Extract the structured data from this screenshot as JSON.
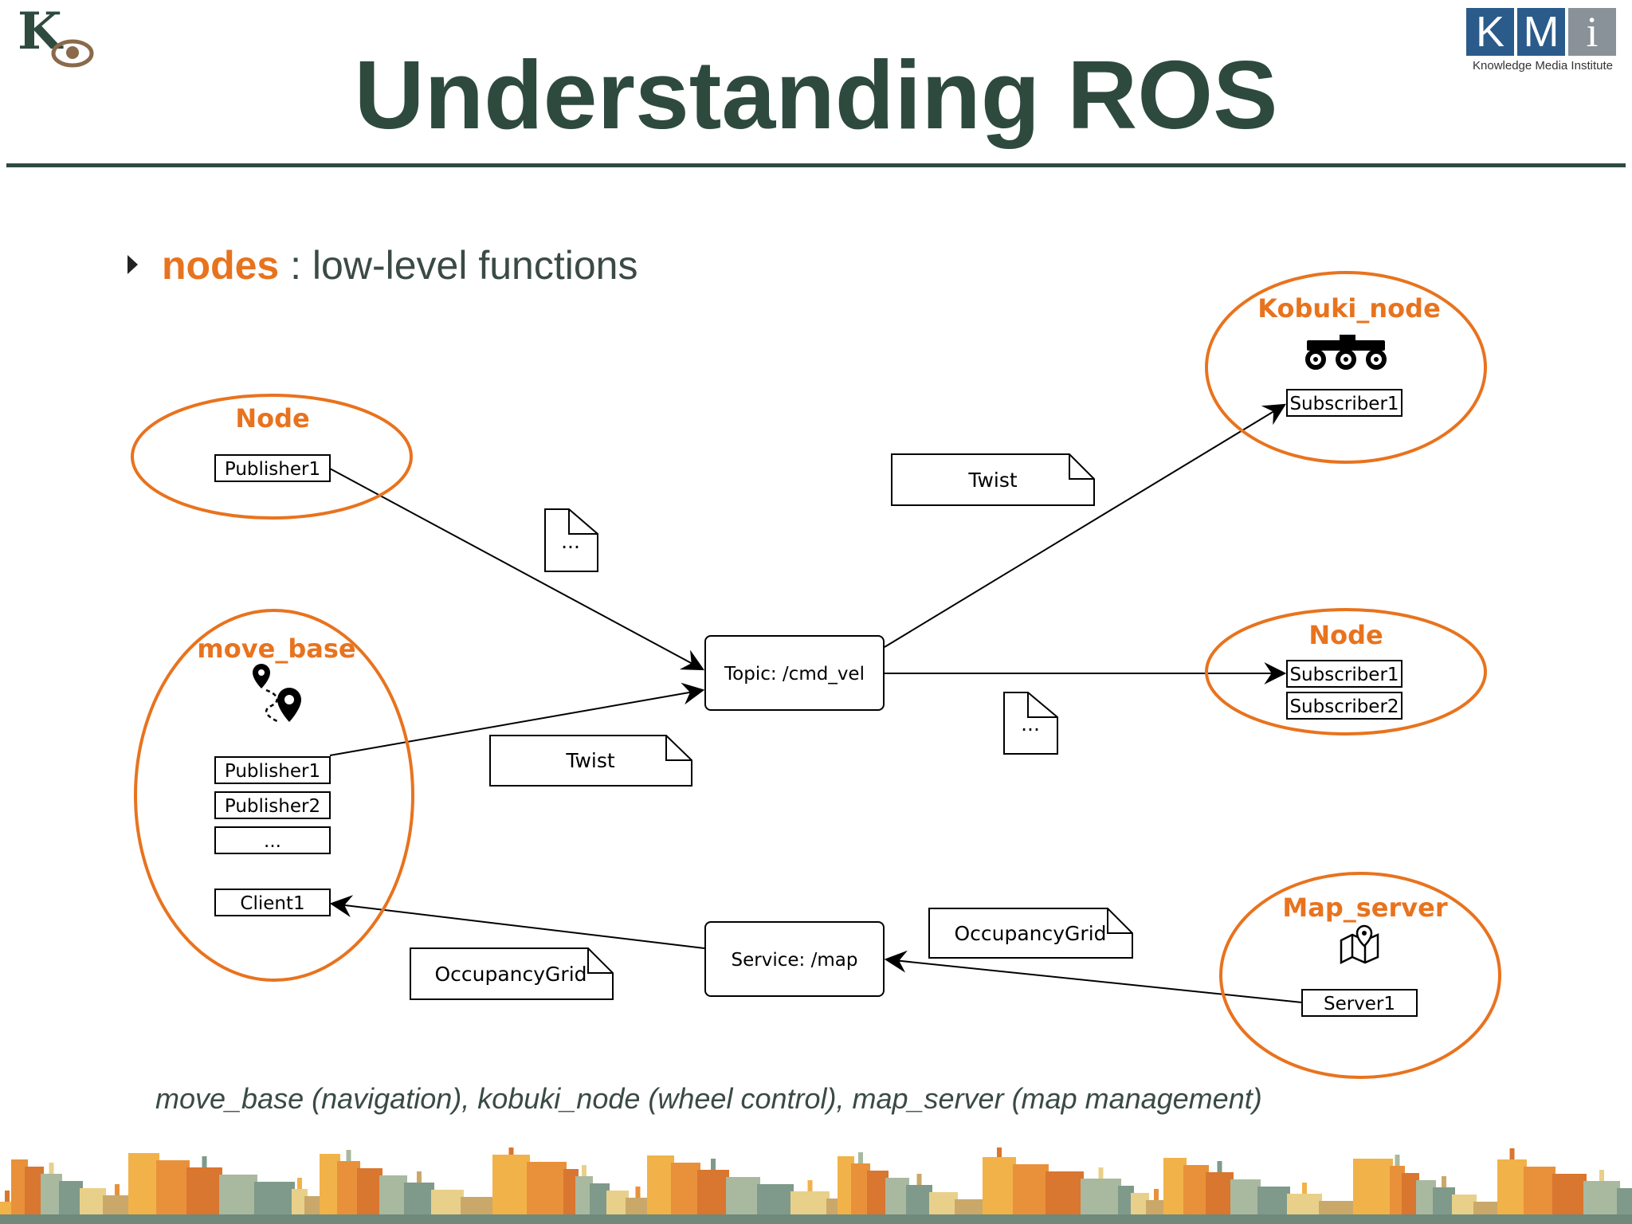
{
  "header": {
    "title": "Understanding ROS",
    "logo_left": "K",
    "kmi_letters": [
      "K",
      "M",
      "i"
    ],
    "kmi_subtitle": "Knowledge Media Institute"
  },
  "bullet": {
    "keyword": "nodes",
    "text": " : low-level functions"
  },
  "diagram": {
    "node_top": {
      "title": "Node",
      "pub": "Publisher1"
    },
    "move_base": {
      "title": "move_base",
      "pub1": "Publisher1",
      "pub2": "Publisher2",
      "more": "...",
      "client": "Client1"
    },
    "kobuki": {
      "title": "Kobuki_node",
      "sub": "Subscriber1"
    },
    "node_right": {
      "title": "Node",
      "sub1": "Subscriber1",
      "sub2": "Subscriber2"
    },
    "map_server": {
      "title": "Map_server",
      "server": "Server1"
    },
    "topic": "Topic: /cmd_vel",
    "service": "Service: /map",
    "msg_twist_top": "Twist",
    "msg_twist_left": "Twist",
    "msg_dots_left": "...",
    "msg_dots_right": "...",
    "msg_grid_left": "OccupancyGrid",
    "msg_grid_right": "OccupancyGrid"
  },
  "caption": "move_base (navigation), kobuki_node (wheel control), map_server (map management)",
  "colors": {
    "accent": "#e8731e",
    "title": "#2e4a3f",
    "kmi_blue": "#2a5b8a"
  }
}
